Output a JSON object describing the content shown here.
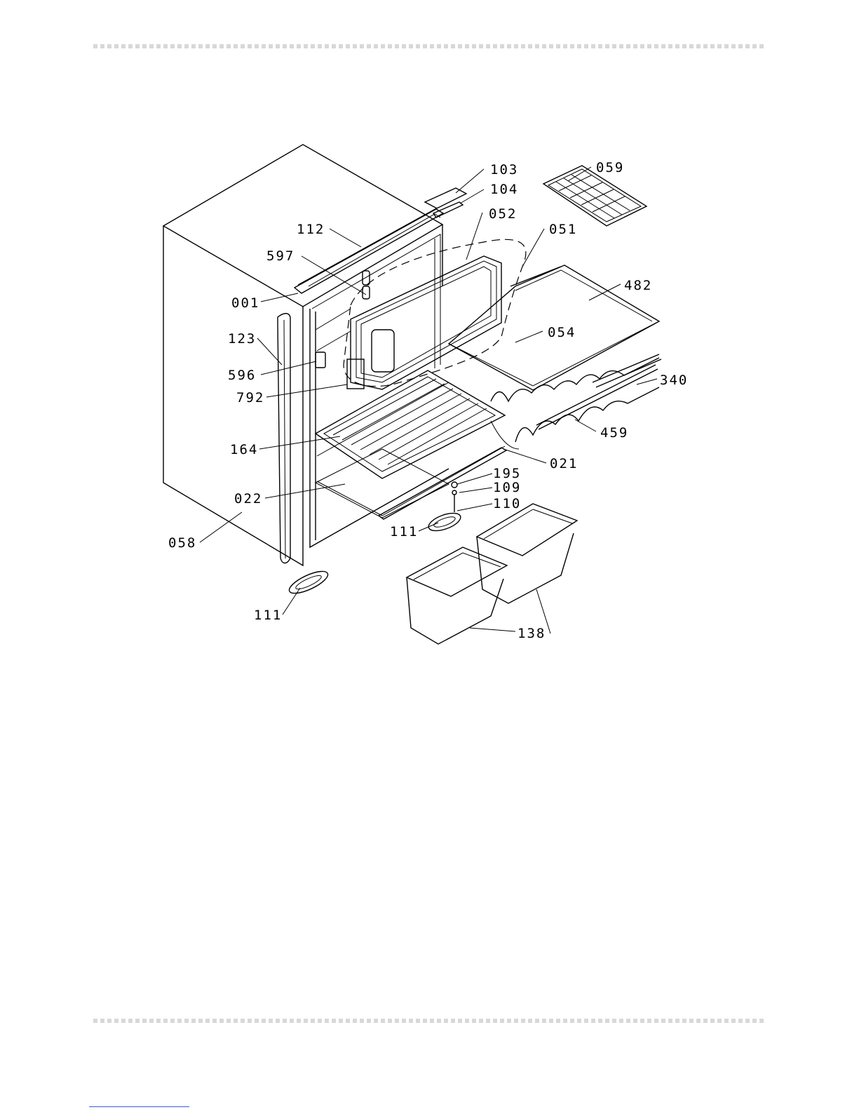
{
  "callouts": {
    "p103": "103",
    "p059": "059",
    "p104": "104",
    "p052": "052",
    "p112": "112",
    "p051": "051",
    "p597": "597",
    "p482": "482",
    "p001": "001",
    "p123": "123",
    "p054": "054",
    "p596": "596",
    "p340": "340",
    "p792": "792",
    "p459": "459",
    "p164": "164",
    "p021": "021",
    "p195": "195",
    "p109": "109",
    "p022": "022",
    "p110": "110",
    "p111a": "111",
    "p058": "058",
    "p111b": "111",
    "p138": "138"
  }
}
